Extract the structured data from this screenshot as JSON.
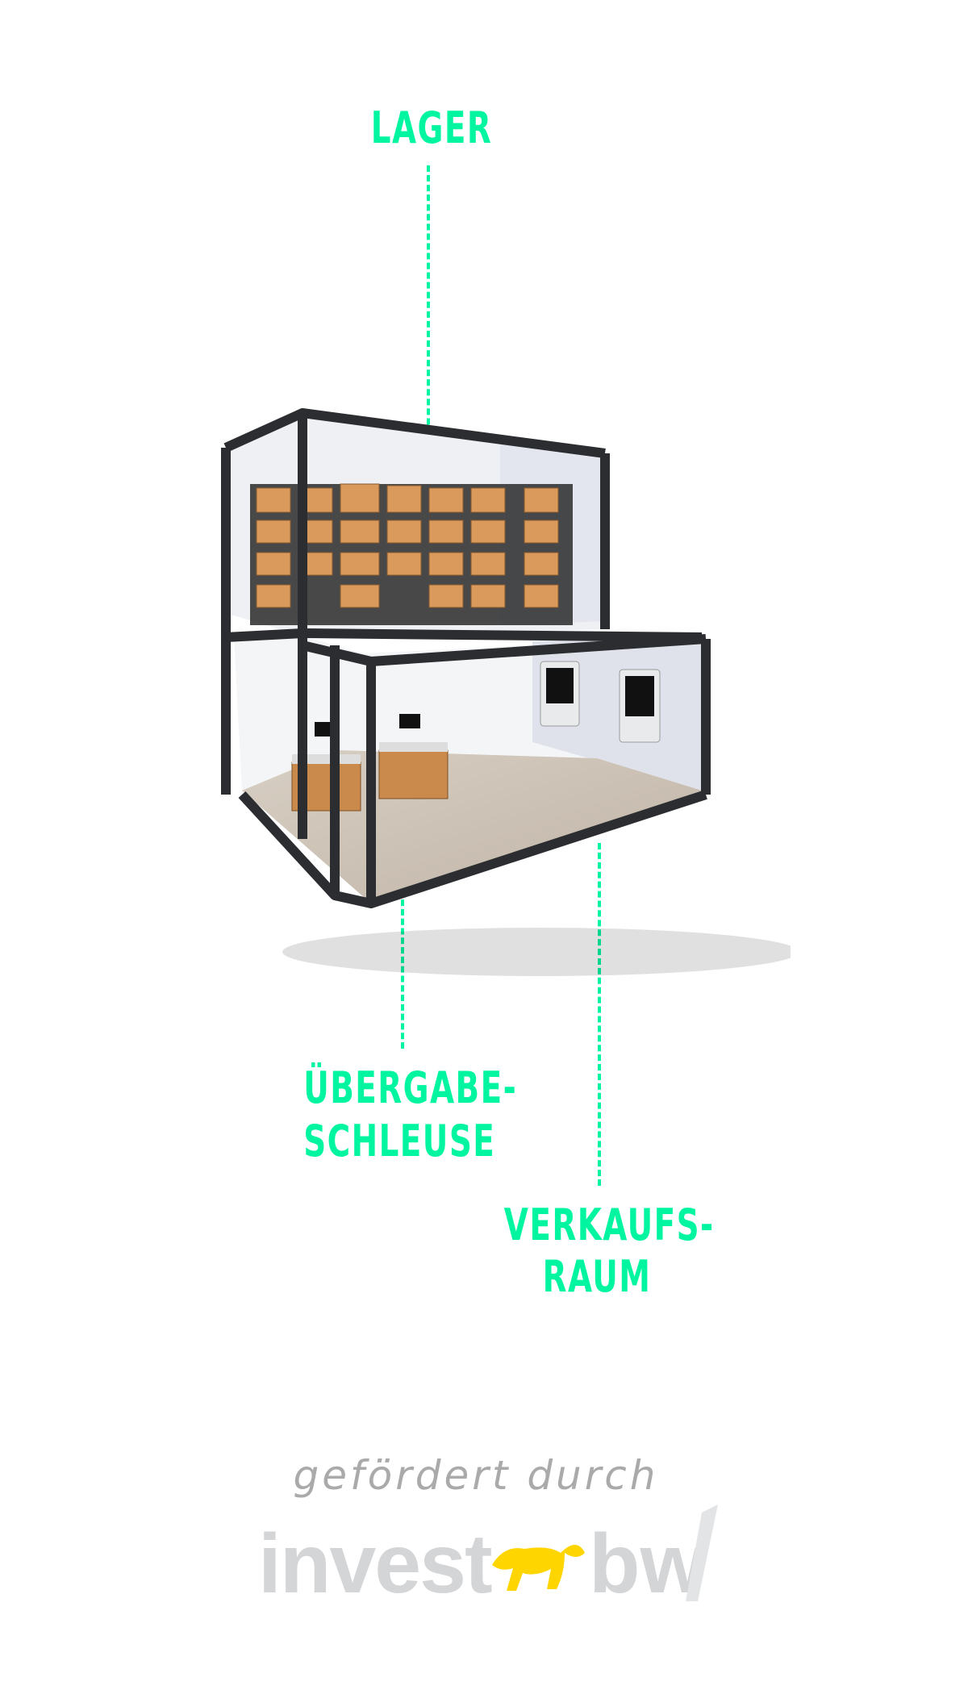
{
  "labels": {
    "lager": "LAGER",
    "uebergabe_line1": "ÜBERGABE-",
    "uebergabe_line2": "SCHLEUSE",
    "verkauf_line1": "VERKAUFS-",
    "verkauf_line2": "RAUM"
  },
  "footer": {
    "funded_by": "gefördert durch",
    "logo_left": "invest",
    "logo_right": "bw"
  },
  "colors": {
    "accent": "#00f5a0",
    "logo_gray": "#d4d5d7",
    "logo_yellow": "#ffd500"
  }
}
